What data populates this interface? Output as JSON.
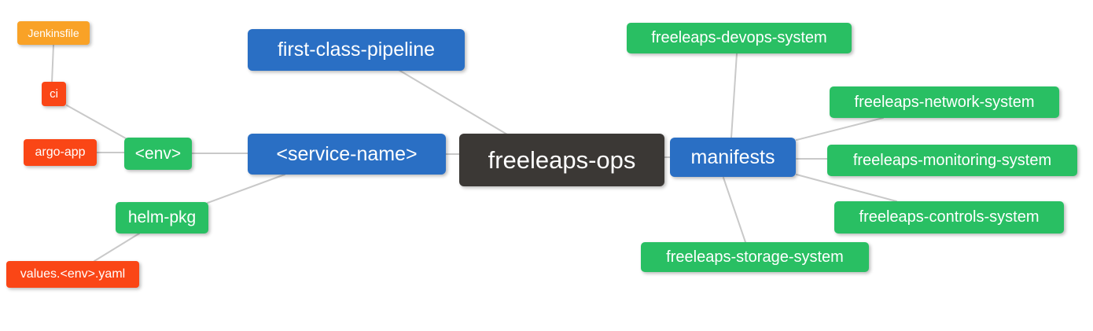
{
  "palette": {
    "root_bg": "#3b3835",
    "level2_bg": "#2a6fc4",
    "level3_bg": "#29bf63",
    "level4_bg": "#fa4616",
    "level5_bg": "#f9a227",
    "node_text": "#ffffff",
    "edge_line": "#c9c9c9",
    "background": "#ffffff"
  },
  "diagram_type": "mindmap",
  "nodes": [
    {
      "id": "freeleaps-ops",
      "label": "freeleaps-ops",
      "depth": 0,
      "parent": null,
      "color": "dark"
    },
    {
      "id": "first-class-pipeline",
      "label": "first-class-pipeline",
      "depth": 1,
      "parent": "freeleaps-ops",
      "color": "blue"
    },
    {
      "id": "service-name",
      "label": "<service-name>",
      "depth": 1,
      "parent": "freeleaps-ops",
      "color": "blue"
    },
    {
      "id": "manifests",
      "label": "manifests",
      "depth": 1,
      "parent": "freeleaps-ops",
      "color": "blue"
    },
    {
      "id": "env",
      "label": "<env>",
      "depth": 2,
      "parent": "service-name",
      "color": "green"
    },
    {
      "id": "helm-pkg",
      "label": "helm-pkg",
      "depth": 2,
      "parent": "service-name",
      "color": "green"
    },
    {
      "id": "ci",
      "label": "ci",
      "depth": 3,
      "parent": "env",
      "color": "red"
    },
    {
      "id": "argo-app",
      "label": "argo-app",
      "depth": 3,
      "parent": "env",
      "color": "red"
    },
    {
      "id": "jenkinsfile",
      "label": "Jenkinsfile",
      "depth": 4,
      "parent": "ci",
      "color": "orange"
    },
    {
      "id": "values-env-yaml",
      "label": "values.<env>.yaml",
      "depth": 3,
      "parent": "helm-pkg",
      "color": "red"
    },
    {
      "id": "freeleaps-devops-system",
      "label": "freeleaps-devops-system",
      "depth": 2,
      "parent": "manifests",
      "color": "green"
    },
    {
      "id": "freeleaps-network-system",
      "label": "freeleaps-network-system",
      "depth": 2,
      "parent": "manifests",
      "color": "green"
    },
    {
      "id": "freeleaps-monitoring-system",
      "label": "freeleaps-monitoring-system",
      "depth": 2,
      "parent": "manifests",
      "color": "green"
    },
    {
      "id": "freeleaps-controls-system",
      "label": "freeleaps-controls-system",
      "depth": 2,
      "parent": "manifests",
      "color": "green"
    },
    {
      "id": "freeleaps-storage-system",
      "label": "freeleaps-storage-system",
      "depth": 2,
      "parent": "manifests",
      "color": "green"
    }
  ],
  "edges": [
    [
      "jenkinsfile",
      "ci"
    ],
    [
      "ci",
      "env"
    ],
    [
      "argo-app",
      "env"
    ],
    [
      "env",
      "service-name"
    ],
    [
      "helm-pkg",
      "service-name"
    ],
    [
      "values-env-yaml",
      "helm-pkg"
    ],
    [
      "first-class-pipeline",
      "freeleaps-ops"
    ],
    [
      "service-name",
      "freeleaps-ops"
    ],
    [
      "freeleaps-ops",
      "manifests"
    ],
    [
      "manifests",
      "freeleaps-devops-system"
    ],
    [
      "manifests",
      "freeleaps-network-system"
    ],
    [
      "manifests",
      "freeleaps-monitoring-system"
    ],
    [
      "manifests",
      "freeleaps-controls-system"
    ],
    [
      "manifests",
      "freeleaps-storage-system"
    ]
  ]
}
